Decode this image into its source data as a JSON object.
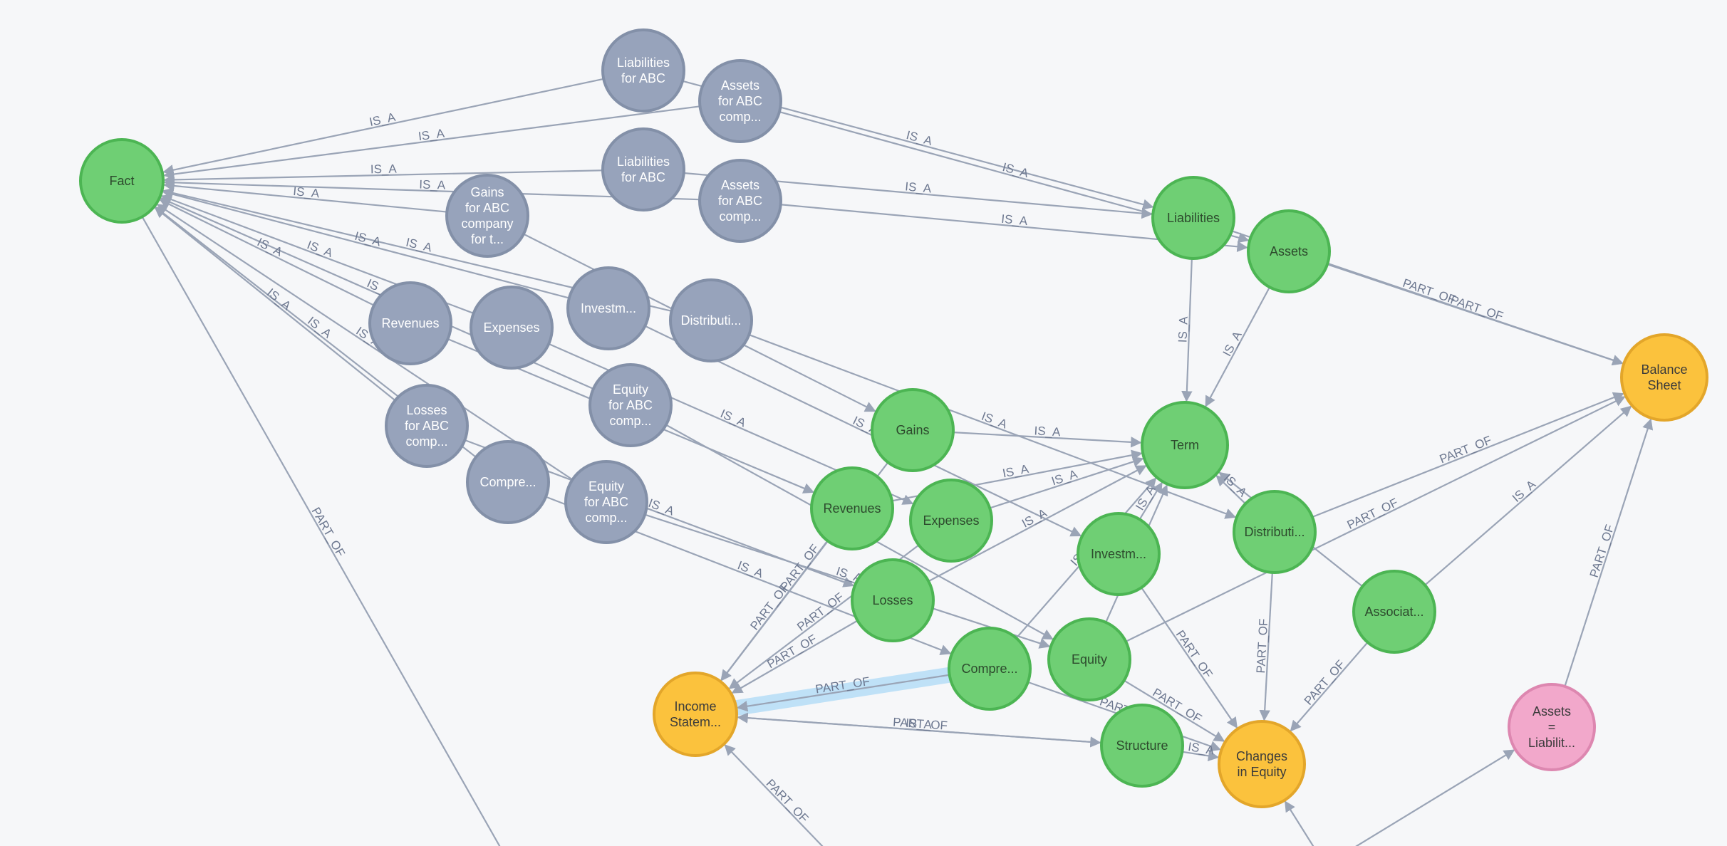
{
  "colors": {
    "instance_fill": "#97a3bb",
    "instance_stroke": "#8390a8",
    "concept_fill": "#6fcf74",
    "concept_stroke": "#4cb553",
    "statement_fill": "#fbc23d",
    "statement_stroke": "#e3a62a",
    "equation_fill": "#f2a8cb",
    "equation_stroke": "#dd87b0",
    "edge": "#9aa4b6",
    "selected_edge": "#bfe1f7"
  },
  "nodes": [
    {
      "id": "fact",
      "label": [
        "Fact"
      ],
      "kind": "concept"
    },
    {
      "id": "liab_abc_1",
      "label": [
        "Liabilities",
        "for ABC"
      ],
      "kind": "instance"
    },
    {
      "id": "assets_abc_1",
      "label": [
        "Assets",
        "for ABC",
        "comp..."
      ],
      "kind": "instance"
    },
    {
      "id": "liab_abc_2",
      "label": [
        "Liabilities",
        "for ABC"
      ],
      "kind": "instance"
    },
    {
      "id": "assets_abc_2",
      "label": [
        "Assets",
        "for ABC",
        "comp..."
      ],
      "kind": "instance"
    },
    {
      "id": "gains_abc",
      "label": [
        "Gains",
        "for ABC",
        "company",
        "for t..."
      ],
      "kind": "instance"
    },
    {
      "id": "revenues_i",
      "label": [
        "Revenues"
      ],
      "kind": "instance"
    },
    {
      "id": "expenses_i",
      "label": [
        "Expenses"
      ],
      "kind": "instance"
    },
    {
      "id": "investm_i",
      "label": [
        "Investm..."
      ],
      "kind": "instance"
    },
    {
      "id": "distributi_i",
      "label": [
        "Distributi..."
      ],
      "kind": "instance"
    },
    {
      "id": "equity_abc_1",
      "label": [
        "Equity",
        "for ABC",
        "comp..."
      ],
      "kind": "instance"
    },
    {
      "id": "losses_abc",
      "label": [
        "Losses",
        "for ABC",
        "comp..."
      ],
      "kind": "instance"
    },
    {
      "id": "compre_i",
      "label": [
        "Compre..."
      ],
      "kind": "instance"
    },
    {
      "id": "equity_abc_2",
      "label": [
        "Equity",
        "for ABC",
        "comp..."
      ],
      "kind": "instance"
    },
    {
      "id": "liabilities",
      "label": [
        "Liabilities"
      ],
      "kind": "concept"
    },
    {
      "id": "assets",
      "label": [
        "Assets"
      ],
      "kind": "concept"
    },
    {
      "id": "term",
      "label": [
        "Term"
      ],
      "kind": "concept"
    },
    {
      "id": "gains",
      "label": [
        "Gains"
      ],
      "kind": "concept"
    },
    {
      "id": "revenues",
      "label": [
        "Revenues"
      ],
      "kind": "concept"
    },
    {
      "id": "expenses",
      "label": [
        "Expenses"
      ],
      "kind": "concept"
    },
    {
      "id": "investm",
      "label": [
        "Investm..."
      ],
      "kind": "concept"
    },
    {
      "id": "distributi",
      "label": [
        "Distributi..."
      ],
      "kind": "concept"
    },
    {
      "id": "losses",
      "label": [
        "Losses"
      ],
      "kind": "concept"
    },
    {
      "id": "compre",
      "label": [
        "Compre..."
      ],
      "kind": "concept"
    },
    {
      "id": "equity",
      "label": [
        "Equity"
      ],
      "kind": "concept"
    },
    {
      "id": "associat",
      "label": [
        "Associat..."
      ],
      "kind": "concept"
    },
    {
      "id": "structure",
      "label": [
        "Structure"
      ],
      "kind": "concept"
    },
    {
      "id": "balance_sheet",
      "label": [
        "Balance",
        "Sheet"
      ],
      "kind": "statement"
    },
    {
      "id": "income_statement",
      "label": [
        "Income",
        "Statem..."
      ],
      "kind": "statement"
    },
    {
      "id": "changes_equity",
      "label": [
        "Changes",
        "in Equity"
      ],
      "kind": "statement"
    },
    {
      "id": "assets_eq",
      "label": [
        "Assets",
        "=",
        "Liabilit..."
      ],
      "kind": "equation"
    }
  ],
  "edges": [
    {
      "from": "liab_abc_1",
      "to": "fact",
      "label": "IS_A"
    },
    {
      "from": "assets_abc_1",
      "to": "fact",
      "label": "IS_A"
    },
    {
      "from": "liab_abc_2",
      "to": "fact",
      "label": "IS_A"
    },
    {
      "from": "assets_abc_2",
      "to": "fact",
      "label": "IS_A"
    },
    {
      "from": "gains_abc",
      "to": "fact",
      "label": "IS_A"
    },
    {
      "from": "revenues_i",
      "to": "fact",
      "label": "IS_A"
    },
    {
      "from": "expenses_i",
      "to": "fact",
      "label": "IS_A"
    },
    {
      "from": "investm_i",
      "to": "fact",
      "label": "IS_A"
    },
    {
      "from": "distributi_i",
      "to": "fact",
      "label": "IS_A"
    },
    {
      "from": "equity_abc_1",
      "to": "fact",
      "label": "IS_A"
    },
    {
      "from": "losses_abc",
      "to": "fact",
      "label": "IS_A"
    },
    {
      "from": "compre_i",
      "to": "fact",
      "label": "IS_A"
    },
    {
      "from": "equity_abc_2",
      "to": "fact",
      "label": "IS_A"
    },
    {
      "from": "liab_abc_1",
      "to": "liabilities",
      "label": "IS_A"
    },
    {
      "from": "assets_abc_1",
      "to": "assets",
      "label": "IS_A"
    },
    {
      "from": "liab_abc_2",
      "to": "liabilities",
      "label": "IS_A"
    },
    {
      "from": "assets_abc_2",
      "to": "assets",
      "label": "IS_A"
    },
    {
      "from": "liabilities",
      "to": "term",
      "label": "IS_A"
    },
    {
      "from": "assets",
      "to": "term",
      "label": "IS_A"
    },
    {
      "from": "assets",
      "to": "balance_sheet",
      "label": "PART_OF"
    },
    {
      "from": "liabilities",
      "to": "balance_sheet",
      "label": "PART_OF"
    },
    {
      "from": "gains_abc",
      "to": "gains",
      "label": "IS_A"
    },
    {
      "from": "gains",
      "to": "term",
      "label": "IS_A"
    },
    {
      "from": "revenues_i",
      "to": "revenues",
      "label": "IS_A"
    },
    {
      "from": "revenues",
      "to": "term",
      "label": "IS_A"
    },
    {
      "from": "expenses_i",
      "to": "expenses",
      "label": "IS_A"
    },
    {
      "from": "expenses",
      "to": "term",
      "label": "IS_A"
    },
    {
      "from": "investm_i",
      "to": "investm",
      "label": "IS_A"
    },
    {
      "from": "investm",
      "to": "term",
      "label": "IS_A"
    },
    {
      "from": "distributi_i",
      "to": "distributi",
      "label": "IS_A"
    },
    {
      "from": "distributi",
      "to": "term",
      "label": "IS_A"
    },
    {
      "from": "equity_abc_1",
      "to": "equity",
      "label": "IS_A"
    },
    {
      "from": "equity_abc_2",
      "to": "equity",
      "label": "IS_A"
    },
    {
      "from": "losses_abc",
      "to": "losses",
      "label": "IS_A"
    },
    {
      "from": "compre_i",
      "to": "compre",
      "label": "IS_A"
    },
    {
      "from": "losses",
      "to": "term",
      "label": "IS_A"
    },
    {
      "from": "compre",
      "to": "term",
      "label": "IS_A"
    },
    {
      "from": "equity",
      "to": "term",
      "label": "IS_A"
    },
    {
      "from": "associat",
      "to": "term",
      "label": "IS_A"
    },
    {
      "from": "compre",
      "to": "income_statement",
      "label": "PART_OF"
    },
    {
      "from": "revenues",
      "to": "income_statement",
      "label": "PART_OF"
    },
    {
      "from": "expenses",
      "to": "income_statement",
      "label": "PART_OF"
    },
    {
      "from": "gains",
      "to": "income_statement",
      "label": "PART_OF"
    },
    {
      "from": "losses",
      "to": "income_statement",
      "label": "PART_OF"
    },
    {
      "from": "income_statement",
      "to": "structure",
      "label": "IS_A"
    },
    {
      "from": "equity",
      "to": "balance_sheet",
      "label": "PART_OF"
    },
    {
      "from": "equity",
      "to": "changes_equity",
      "label": "PART_OF"
    },
    {
      "from": "investm",
      "to": "changes_equity",
      "label": "PART_OF"
    },
    {
      "from": "distributi",
      "to": "changes_equity",
      "label": "PART_OF"
    },
    {
      "from": "compre",
      "to": "changes_equity",
      "label": "PART_OF"
    },
    {
      "from": "associat",
      "to": "changes_equity",
      "label": "PART_OF"
    },
    {
      "from": "distributi",
      "to": "balance_sheet",
      "label": "PART_OF"
    },
    {
      "from": "associat",
      "to": "balance_sheet",
      "label": "IS_A"
    },
    {
      "from": "assets_eq",
      "to": "balance_sheet",
      "label": "PART_OF"
    },
    {
      "from": "structure",
      "to": "changes_equity",
      "label": "IS_A"
    },
    {
      "from": "fact",
      "to": "offscreen_a",
      "label": "PART_OF"
    },
    {
      "from": "structure",
      "to": "income_statement",
      "label": "PART_OF"
    },
    {
      "from": "offscreen_b",
      "to": "income_statement",
      "label": "PART_OF"
    },
    {
      "from": "offscreen_c",
      "to": "changes_equity",
      "label": ""
    },
    {
      "from": "offscreen_c",
      "to": "assets_eq",
      "label": ""
    }
  ],
  "selected_edge": {
    "from": "compre",
    "to": "income_statement",
    "label": "PART_OF"
  }
}
